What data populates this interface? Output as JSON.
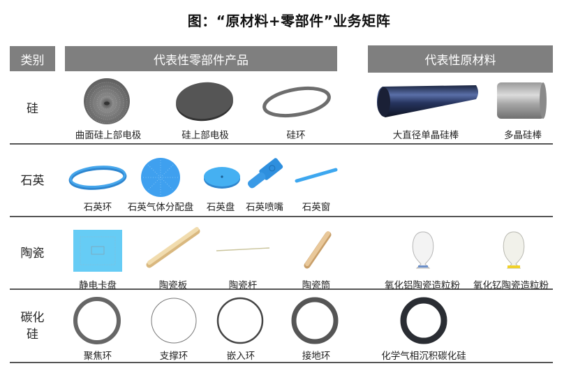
{
  "title": "图：“原材料+零部件”业务矩阵",
  "headers": {
    "category": "类别",
    "parts": "代表性零部件产品",
    "materials": "代表性原材料"
  },
  "colors": {
    "header_bg": "#7f7f7f",
    "separator": "#555555",
    "quartz_blue": "#3d9be6",
    "ceramic_beige": "#ecd3a0",
    "esc_blue": "#66ccf5"
  },
  "rows": [
    {
      "category": "硅",
      "parts": [
        "曲面硅上部电极",
        "硅上部电极",
        "硅环"
      ],
      "materials": [
        "大直径单晶硅棒",
        "多晶硅棒"
      ]
    },
    {
      "category": "石英",
      "parts": [
        "石英环",
        "石英气体分配盘",
        "石英盘",
        "石英喷嘴",
        "石英窗"
      ],
      "materials": []
    },
    {
      "category": "陶瓷",
      "parts": [
        "静电卡盘",
        "陶瓷板",
        "陶瓷杆",
        "陶瓷筒"
      ],
      "materials": [
        "氧化铝陶瓷造粒粉",
        "氧化钇陶瓷造粒粉"
      ]
    },
    {
      "category_line1": "碳化",
      "category_line2": "硅",
      "parts": [
        "聚焦环",
        "支撑环",
        "嵌入环",
        "接地环"
      ],
      "materials": [
        "化学气相沉积碳化硅"
      ]
    }
  ]
}
